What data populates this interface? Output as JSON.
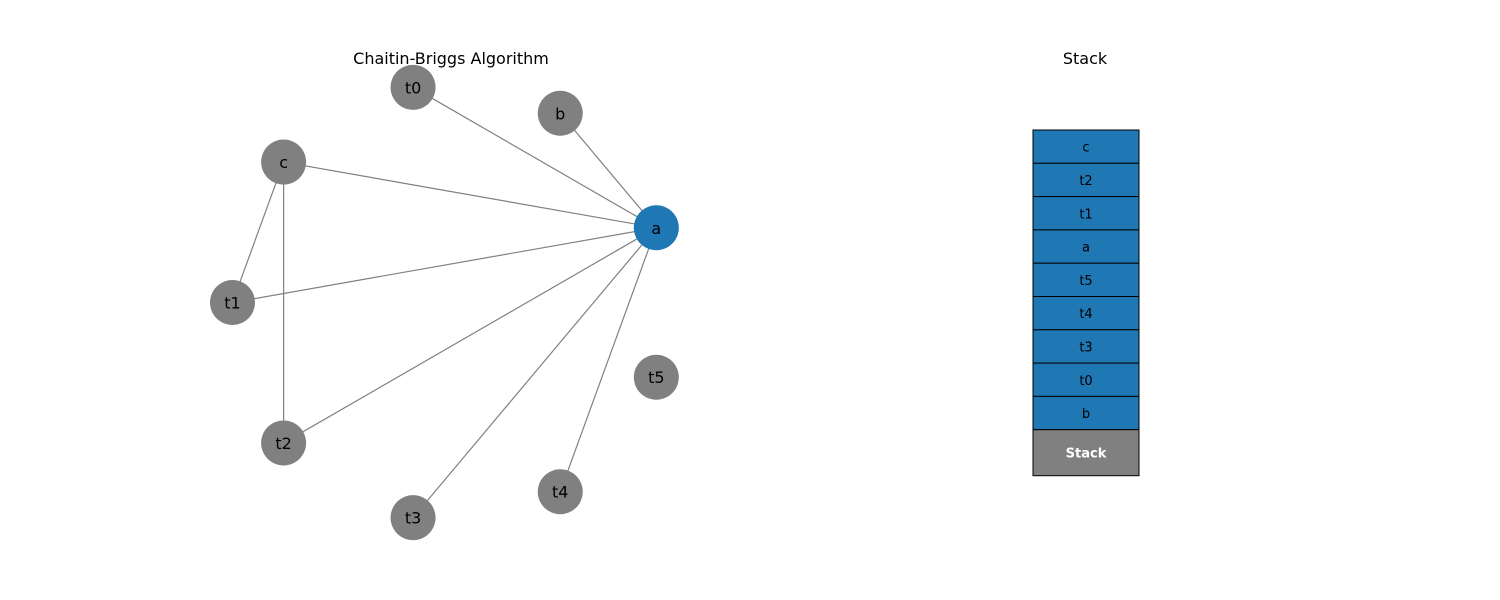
{
  "graph": {
    "title": "Chaitin-Briggs Algorithm",
    "highlight_color": "#1f77b4",
    "node_color": "#808080",
    "edge_color": "#808080",
    "nodes": [
      {
        "id": "t0",
        "label": "t0",
        "highlighted": false
      },
      {
        "id": "b",
        "label": "b",
        "highlighted": false
      },
      {
        "id": "a",
        "label": "a",
        "highlighted": true
      },
      {
        "id": "t5",
        "label": "t5",
        "highlighted": false
      },
      {
        "id": "t4",
        "label": "t4",
        "highlighted": false
      },
      {
        "id": "t3",
        "label": "t3",
        "highlighted": false
      },
      {
        "id": "t2",
        "label": "t2",
        "highlighted": false
      },
      {
        "id": "t1",
        "label": "t1",
        "highlighted": false
      },
      {
        "id": "c",
        "label": "c",
        "highlighted": false
      }
    ],
    "edges": [
      [
        "c",
        "t1"
      ],
      [
        "c",
        "t2"
      ],
      [
        "c",
        "a"
      ],
      [
        "t1",
        "a"
      ],
      [
        "t2",
        "a"
      ],
      [
        "t3",
        "a"
      ],
      [
        "t4",
        "a"
      ],
      [
        "t0",
        "a"
      ],
      [
        "b",
        "a"
      ]
    ]
  },
  "stack": {
    "title": "Stack",
    "item_color": "#1f77b4",
    "base_color": "#808080",
    "items": [
      "c",
      "t2",
      "t1",
      "a",
      "t5",
      "t4",
      "t3",
      "t0",
      "b"
    ],
    "base_label": "Stack"
  }
}
